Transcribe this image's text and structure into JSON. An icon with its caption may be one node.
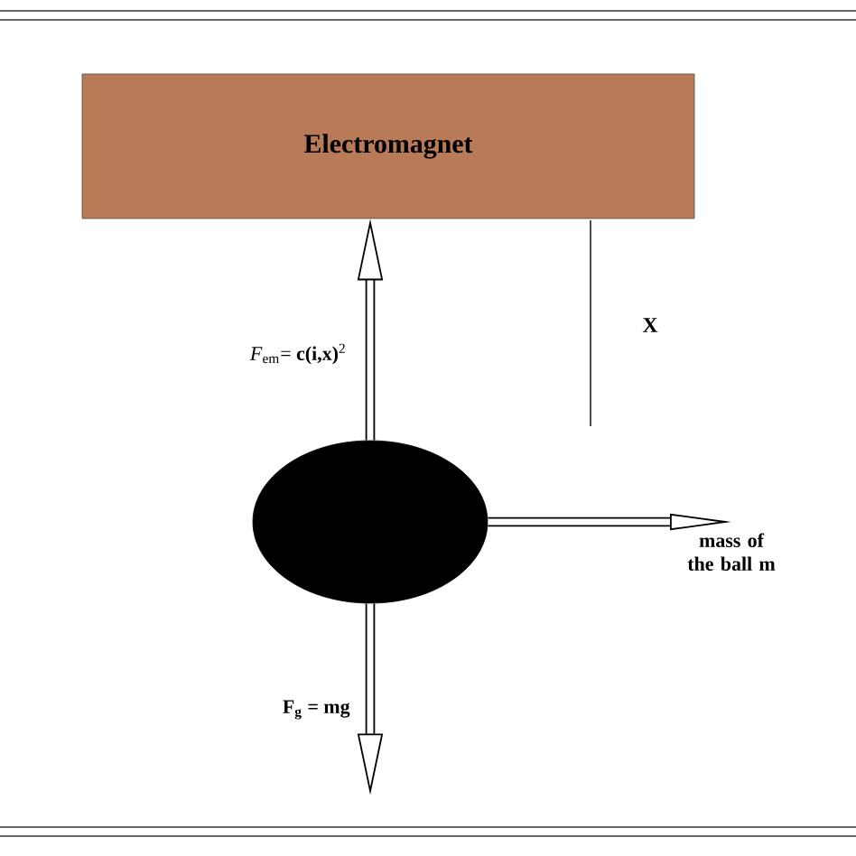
{
  "diagram": {
    "nodes": [
      {
        "text": [
          "Electromagnet"
        ]
      },
      {
        "text": [],
        "shape": "circle"
      },
      {
        "text": [
          "mass of the ball m"
        ]
      }
    ],
    "edges": [
      {
        "from": 1,
        "to": 0,
        "arrow": "to",
        "label": "*F*$_{em}$= **c(i,x)**$^{2}$"
      },
      {
        "from": 1,
        "to": 2,
        "arrow": "to"
      },
      {
        "from": 1,
        "to": null,
        "arrow": "to",
        "label": "F$_{g}$ = mg"
      }
    ],
    "labels": [
      "X"
    ]
  }
}
